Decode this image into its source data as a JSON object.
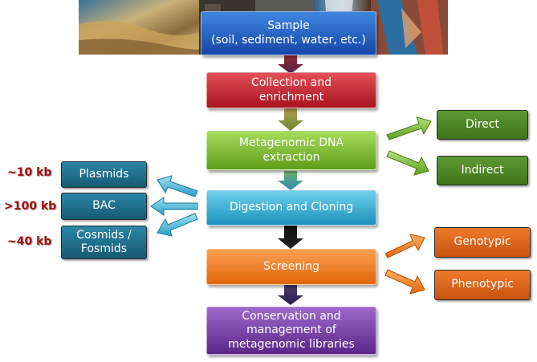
{
  "flow": {
    "sample": "Sample\n(soil, sediment, water, etc.)",
    "collection": "Collection and\nenrichment",
    "extraction": "Metagenomic DNA\nextraction",
    "digestion": "Digestion and Cloning",
    "screening": "Screening",
    "conservation": "Conservation and\nmanagement of\nmetagenomic libraries"
  },
  "extraction_methods": {
    "direct": "Direct",
    "indirect": "Indirect"
  },
  "screening_methods": {
    "genotypic": "Genotypic",
    "phenotypic": "Phenotypic"
  },
  "vectors": [
    {
      "size": "~10 kb",
      "name": "Plasmids"
    },
    {
      "size": ">100 kb",
      "name": "BAC"
    },
    {
      "size": "~40 kb",
      "name": "Cosmids /\nFosmids"
    }
  ],
  "colors": {
    "sample": "#1d5fbf",
    "collection": "#c8262c",
    "extraction": "#7cbb2c",
    "digestion": "#2aa9cf",
    "screening": "#f47c1c",
    "conservation": "#7a3ea8",
    "direct_indirect": "#4f8a26",
    "genotypic_phenotypic": "#e0661a",
    "vector_boxes": "#1f6e8a",
    "size_labels": "#a30f0f"
  }
}
